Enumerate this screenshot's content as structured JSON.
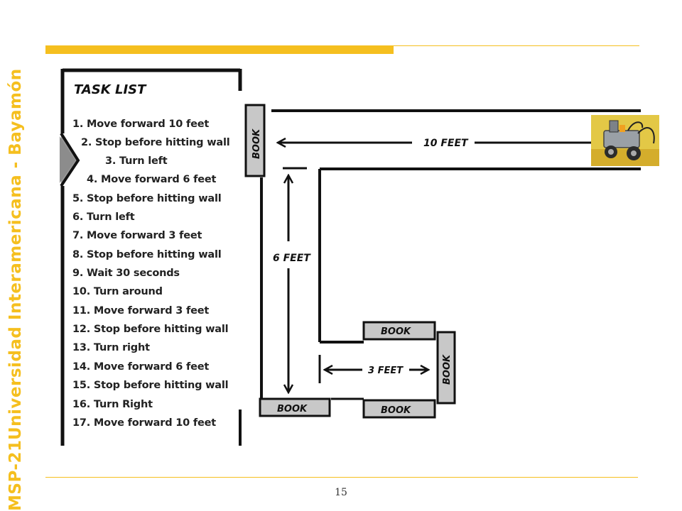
{
  "brand": {
    "prefix": "MSP-21",
    "university": "Universidad Interamericana - Bayamón",
    "color": "#f5bf1f"
  },
  "page_number": "15",
  "task_list": {
    "title": "TASK LIST",
    "items": [
      "1. Move forward 10 feet",
      "2. Stop before hitting wall",
      "3. Turn left",
      "4. Move forward 6 feet",
      "5. Stop before hitting wall",
      "6. Turn left",
      "7. Move forward 3 feet",
      "8. Stop before hitting wall",
      "9. Wait 30 seconds",
      "10. Turn around",
      "11. Move forward 3 feet",
      "12. Stop before hitting wall",
      "13. Turn right",
      "14. Move forward 6 feet",
      "15. Stop before hitting wall",
      "16. Turn Right",
      "17. Move forward 10 feet"
    ]
  },
  "diagram": {
    "book_label": "BOOK",
    "distance_10": "10 FEET",
    "distance_6": "6 FEET",
    "distance_3": "3 FEET",
    "book_fill": "#c8c8c8",
    "robot_image": "lego-robot-photo"
  }
}
